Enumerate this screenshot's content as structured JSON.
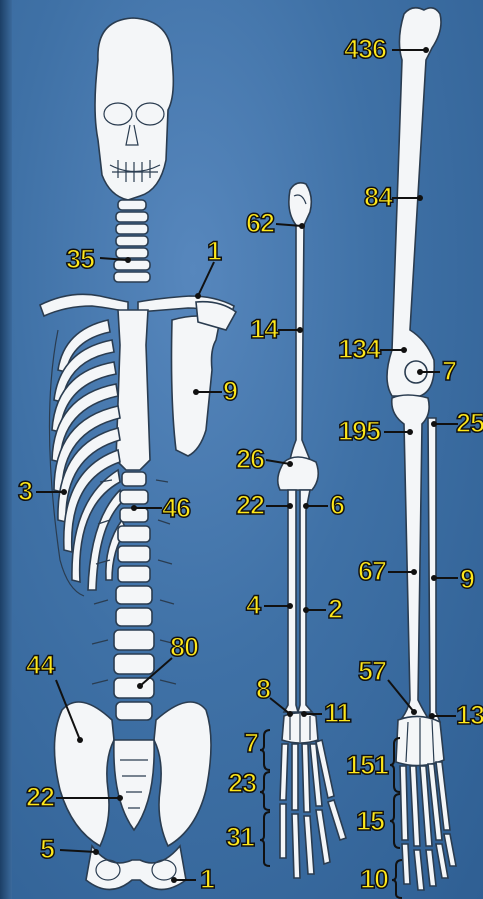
{
  "labels": {
    "skull_neck": "35",
    "clavicle": "1",
    "scapula": "9",
    "ribs": "3",
    "thoracic_spine": "46",
    "lumbar_spine": "80",
    "ilium": "44",
    "sacrum": "22",
    "coccyx": "5",
    "pubis": "1",
    "humerus_head": "62",
    "humerus_shaft": "14",
    "elbow": "26",
    "radius_prox": "22",
    "ulna_prox": "6",
    "radius_shaft": "4",
    "ulna_shaft": "2",
    "radius_distal": "8",
    "ulna_distal": "11",
    "carpals": "7",
    "metacarpals": "23",
    "phalanges_hand": "31",
    "femur_head": "436",
    "femur_shaft": "84",
    "femur_distal": "134",
    "patella": "7",
    "tibia_prox": "195",
    "fibula_prox": "25",
    "tibia_shaft": "67",
    "fibula_shaft": "9",
    "tibia_distal": "57",
    "fibula_distal": "13",
    "tarsals": "151",
    "metatarsals": "15",
    "phalanges_foot": "10"
  }
}
